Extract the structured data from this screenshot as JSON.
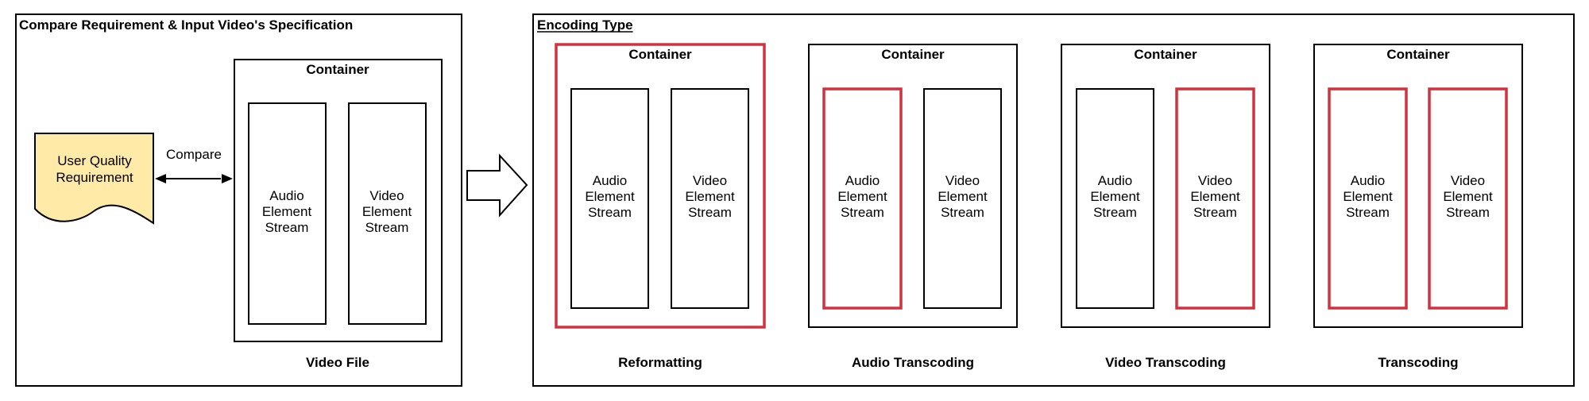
{
  "left_panel": {
    "title": "Compare Requirement & Input Video's Specification",
    "requirement_doc": {
      "line1": "User Quality",
      "line2": "Requirement",
      "fill": "#FFEAA7"
    },
    "compare_label": "Compare",
    "container": {
      "title": "Container",
      "audio_stream": [
        "Audio",
        "Element",
        "Stream"
      ],
      "video_stream": [
        "Video",
        "Element",
        "Stream"
      ],
      "caption": "Video File"
    }
  },
  "right_panel": {
    "title": "Encoding Type",
    "types": [
      {
        "caption": "Reformatting",
        "container_title": "Container",
        "container_highlighted": true,
        "audio_highlighted": false,
        "video_highlighted": false,
        "audio_stream": [
          "Audio",
          "Element",
          "Stream"
        ],
        "video_stream": [
          "Video",
          "Element",
          "Stream"
        ]
      },
      {
        "caption": "Audio Transcoding",
        "container_title": "Container",
        "container_highlighted": false,
        "audio_highlighted": true,
        "video_highlighted": false,
        "audio_stream": [
          "Audio",
          "Element",
          "Stream"
        ],
        "video_stream": [
          "Video",
          "Element",
          "Stream"
        ]
      },
      {
        "caption": "Video Transcoding",
        "container_title": "Container",
        "container_highlighted": false,
        "audio_highlighted": false,
        "video_highlighted": true,
        "audio_stream": [
          "Audio",
          "Element",
          "Stream"
        ],
        "video_stream": [
          "Video",
          "Element",
          "Stream"
        ]
      },
      {
        "caption": "Transcoding",
        "container_title": "Container",
        "container_highlighted": false,
        "audio_highlighted": true,
        "video_highlighted": true,
        "audio_stream": [
          "Audio",
          "Element",
          "Stream"
        ],
        "video_stream": [
          "Video",
          "Element",
          "Stream"
        ]
      }
    ]
  },
  "colors": {
    "highlight": "#D0323F",
    "stroke": "#000000",
    "background": "#FFFFFF"
  }
}
